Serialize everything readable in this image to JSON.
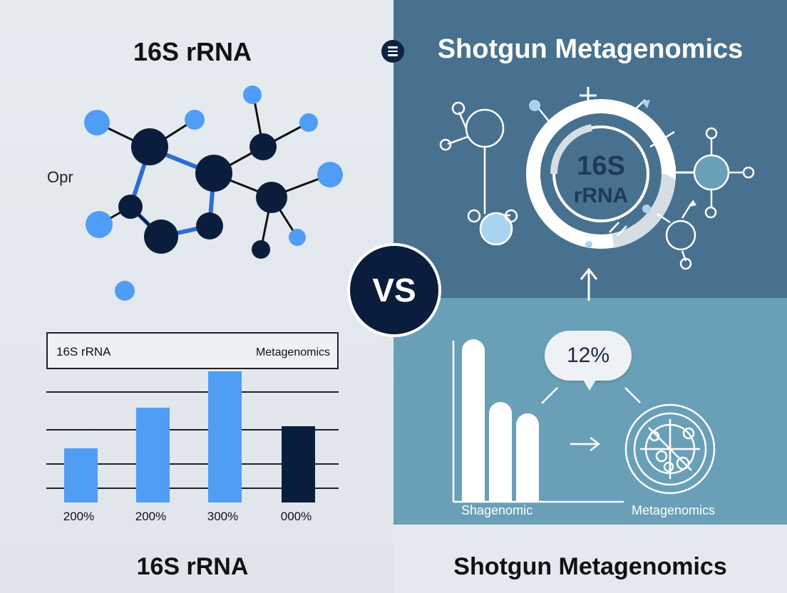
{
  "left": {
    "title": "16S rRNA",
    "molecule_label": "Opr",
    "legend": {
      "left": "16S rRNA",
      "right": "Metagenomics"
    },
    "bottom_title": "16S rRNA"
  },
  "right": {
    "title": "Shotgun Metagenomics",
    "ring_label_line1": "16S",
    "ring_label_line2": "rRNA",
    "bubble_value": "12%",
    "label_left": "Shagenomic",
    "label_right": "Metagenomics",
    "bottom_title": "Shotgun Metagenomics"
  },
  "center": {
    "vs_label": "VS"
  },
  "chart_data": {
    "type": "bar",
    "categories": [
      "200%",
      "200%",
      "300%",
      "000%"
    ],
    "values": [
      1.5,
      2.6,
      3.6,
      2.1
    ],
    "colors": [
      "#4f9df5",
      "#4f9df5",
      "#4f9df5",
      "#0b1d3c"
    ]
  },
  "colors": {
    "dark_navy": "#0b1d3c",
    "bright_blue": "#4f9df5",
    "right_top_bg": "#48718f",
    "right_mid_bg": "#6aa0b7"
  }
}
